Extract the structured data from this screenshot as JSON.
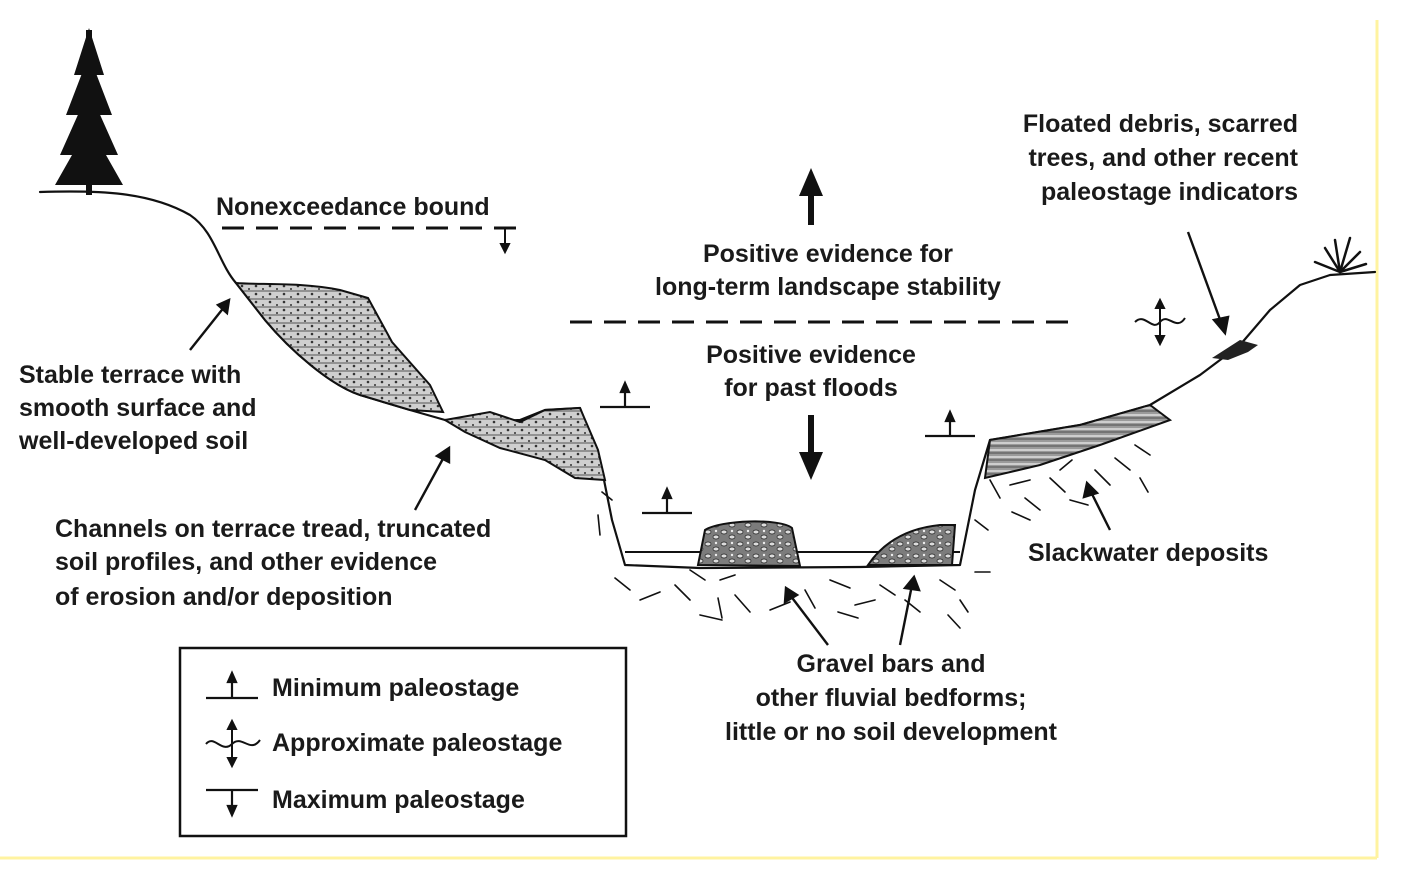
{
  "labels": {
    "nonexceedance": "Nonexceedance bound",
    "long_term_1": "Positive evidence for",
    "long_term_2": "long-term landscape stability",
    "past_floods_1": "Positive evidence",
    "past_floods_2": "for past floods",
    "floated_1": "Floated debris, scarred",
    "floated_2": "trees, and other recent",
    "floated_3": "paleostage indicators",
    "stable_1": "Stable terrace with",
    "stable_2": "smooth surface and",
    "stable_3": "well-developed soil",
    "channels_1": "Channels on terrace tread, truncated",
    "channels_2": "soil profiles, and other evidence",
    "channels_3": "of erosion and/or deposition",
    "slackwater": "Slackwater deposits",
    "gravel_1": "Gravel bars and",
    "gravel_2": "other fluvial bedforms;",
    "gravel_3": "little or no soil development"
  },
  "legend": {
    "minimum": "Minimum paleostage",
    "approximate": "Approximate paleostage",
    "maximum": "Maximum paleostage"
  },
  "colors": {
    "ink": "#111111",
    "border_yellow": "#fff9c4"
  }
}
